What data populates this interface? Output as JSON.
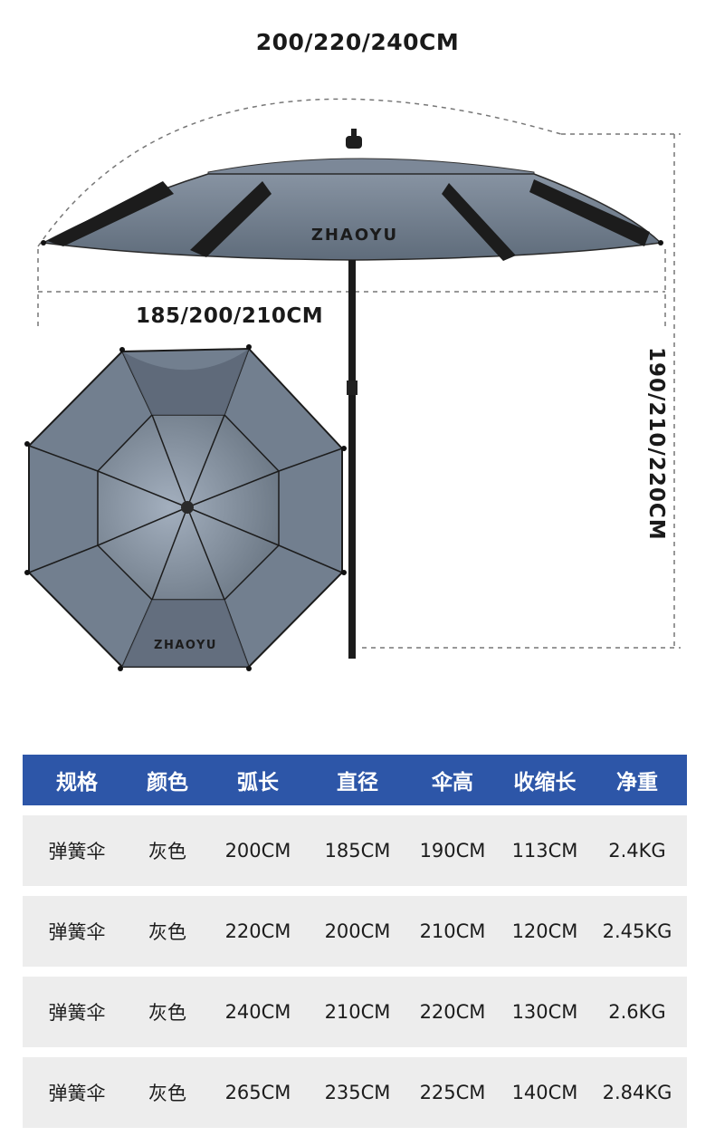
{
  "dimensions": {
    "arc_length": "200/220/240CM",
    "diameter": "185/200/210CM",
    "height": "190/210/220CM"
  },
  "brand": {
    "logo_text": "ZHAOYU"
  },
  "colors": {
    "canopy": "#6f7d8d",
    "canopy_light": "#9aa6b5",
    "frame": "#1a1a1a",
    "header": "#2d56a8",
    "row": "#ededed"
  },
  "table": {
    "headers": [
      "规格",
      "颜色",
      "弧长",
      "直径",
      "伞高",
      "收缩长",
      "净重"
    ],
    "rows": [
      [
        "弹簧伞",
        "灰色",
        "200CM",
        "185CM",
        "190CM",
        "113CM",
        "2.4KG"
      ],
      [
        "弹簧伞",
        "灰色",
        "220CM",
        "200CM",
        "210CM",
        "120CM",
        "2.45KG"
      ],
      [
        "弹簧伞",
        "灰色",
        "240CM",
        "210CM",
        "220CM",
        "130CM",
        "2.6KG"
      ],
      [
        "弹簧伞",
        "灰色",
        "265CM",
        "235CM",
        "225CM",
        "140CM",
        "2.84KG"
      ]
    ]
  }
}
